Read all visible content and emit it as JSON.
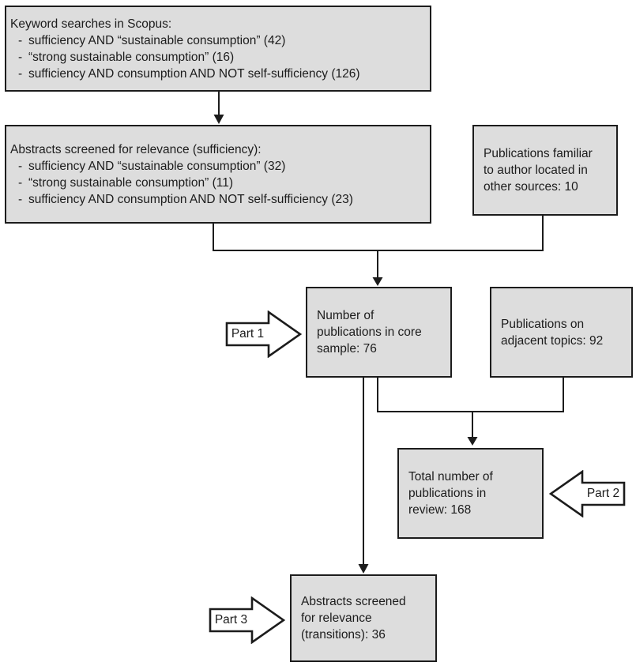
{
  "diagram": {
    "bullet": "-",
    "colors": {
      "box_fill": "#dddddd",
      "box_border": "#1c1c1c",
      "line": "#1c1c1c",
      "text": "#1c1c1c",
      "part_arrow_fill": "#ffffff",
      "background": "#ffffff"
    },
    "boxes": {
      "scopus": {
        "title": "Keyword searches in Scopus:",
        "items": [
          "sufficiency AND “sustainable consumption” (42)",
          "“strong sustainable consumption” (16)",
          "sufficiency AND consumption AND NOT self-sufficiency (126)"
        ]
      },
      "screened_sufficiency": {
        "title": "Abstracts screened for relevance (sufficiency):",
        "items": [
          "sufficiency AND “sustainable consumption” (32)",
          "“strong sustainable consumption” (11)",
          "sufficiency AND consumption AND NOT self-sufficiency (23)"
        ]
      },
      "familiar": {
        "text": "Publications familiar to author located in other sources: 10"
      },
      "core_sample": {
        "text": "Number of publications in core sample: 76"
      },
      "adjacent": {
        "text": "Publications on adjacent topics: 92"
      },
      "total_review": {
        "text": "Total number of publications in review: 168"
      },
      "screened_transitions": {
        "text": "Abstracts screened for relevance (transitions): 36"
      }
    },
    "part_labels": {
      "part1": "Part 1",
      "part2": "Part 2",
      "part3": "Part 3"
    }
  }
}
